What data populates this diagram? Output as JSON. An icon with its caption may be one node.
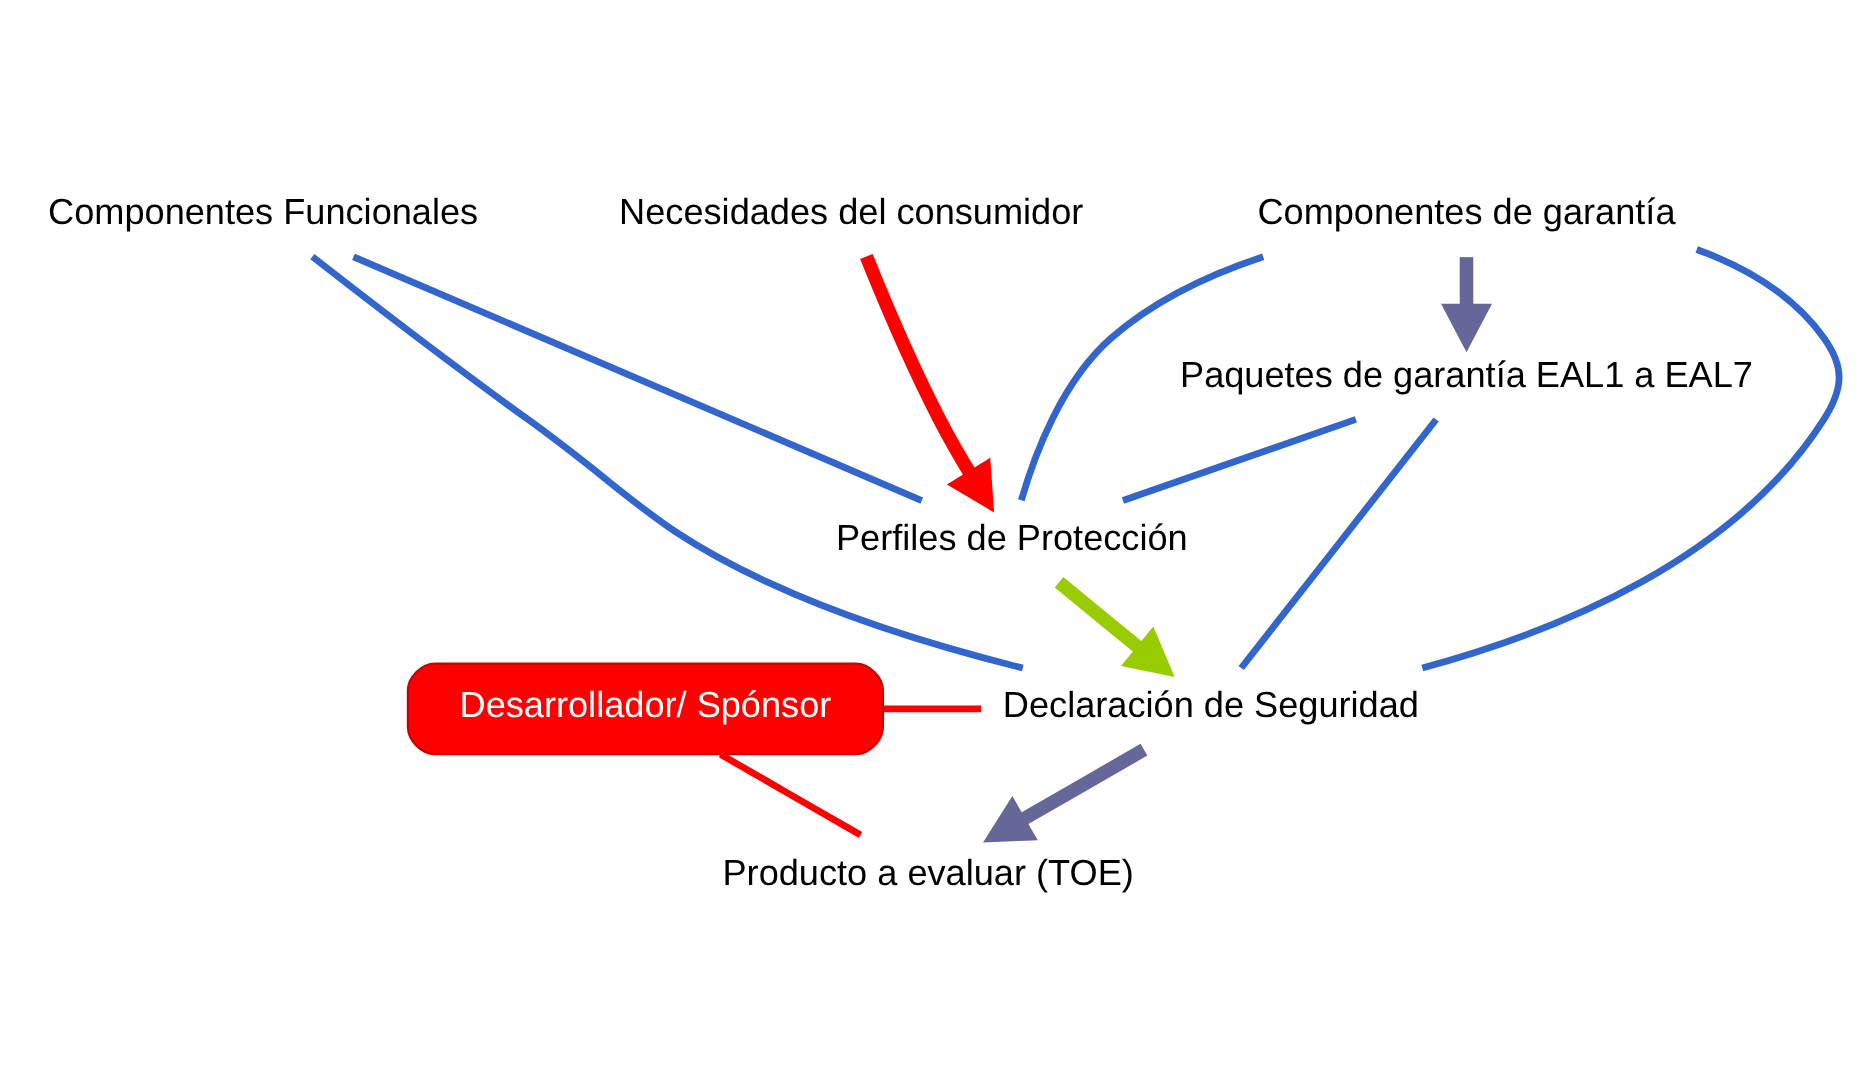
{
  "diagram": {
    "nodes": [
      {
        "text": [
          "Componentes Funcionales"
        ]
      },
      {
        "text": [
          "Necesidades del consumidor"
        ]
      },
      {
        "text": [
          "Perfiles de Protección"
        ]
      },
      {
        "text": [
          "Declaración de Seguridad"
        ]
      },
      {
        "text": [
          "Producto a evaluar (TOE)"
        ]
      },
      {
        "text": [
          "Componentes de garantía"
        ]
      },
      {
        "text": [
          "Paquetes de garantía EAL1 a EAL7"
        ]
      },
      {
        "text": [
          "Desarrollador/ Spónsor"
        ]
      }
    ],
    "edges": [
      {
        "from": 1,
        "to": 2,
        "arrow": "to",
        "style": "thick",
        "color": "#ff0000"
      },
      {
        "from": 2,
        "to": 3,
        "arrow": "to",
        "style": "thick",
        "color": "#99cc00"
      },
      {
        "from": 3,
        "to": 4,
        "arrow": "to",
        "style": "thick",
        "color": "#666699"
      },
      {
        "from": 5,
        "to": 6,
        "arrow": "to",
        "style": "thick",
        "color": "#666699"
      },
      {
        "from": 0,
        "to": 2,
        "arrow": "none",
        "color": "#3366cc"
      },
      {
        "from": 0,
        "to": 3,
        "arrow": "none",
        "color": "#3366cc"
      },
      {
        "from": 5,
        "to": 2,
        "arrow": "none",
        "color": "#3366cc"
      },
      {
        "from": 5,
        "to": 3,
        "arrow": "none",
        "color": "#3366cc"
      },
      {
        "from": 6,
        "to": 2,
        "arrow": "none",
        "color": "#3366cc"
      },
      {
        "from": 6,
        "to": 3,
        "arrow": "none",
        "color": "#3366cc"
      },
      {
        "from": 7,
        "to": 3,
        "arrow": "none",
        "color": "#ff0000"
      },
      {
        "from": 7,
        "to": 4,
        "arrow": "none",
        "color": "#ff0000"
      }
    ]
  }
}
